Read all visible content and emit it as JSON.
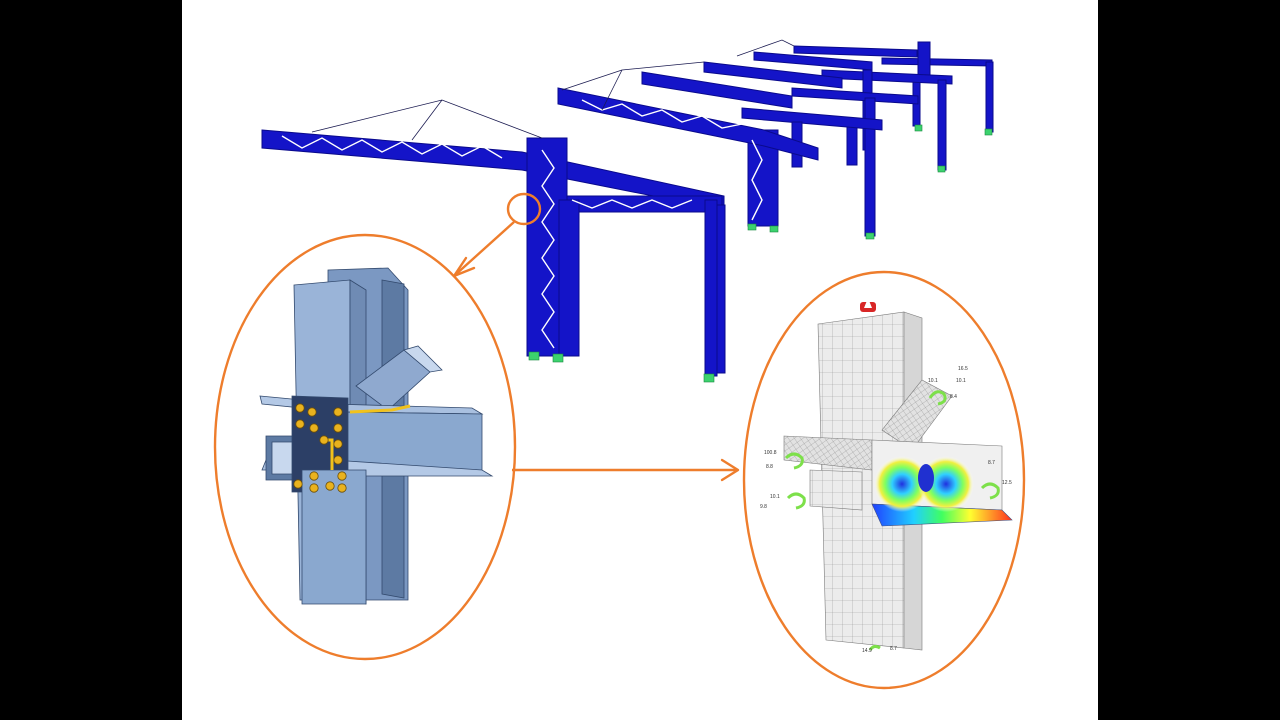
{
  "colors": {
    "frame_blue": "#1414c8",
    "frame_dark": "#0a0a8c",
    "highlight_orange": "#ee7d2c",
    "support_green": "#3cd26e",
    "steel_plate": "#8aa8cf",
    "steel_dark": "#5d7aa3",
    "bolt_yellow": "#e9b21e",
    "weld_yellow": "#f2c21b",
    "fea_mesh": "#e4e4e4",
    "load_red": "#d82626",
    "spring_green": "#7de04a",
    "background_outer": "#000000",
    "background_canvas": "#ffffff"
  },
  "icons": {
    "support_icon": "green-support-symbol",
    "load_icon": "red-load-arrow",
    "spring_icon": "green-spring-symbol",
    "arrow_icon": "orange-arrow"
  },
  "fea_labels": {
    "top_right_1": "16.5",
    "top_right_2": "10.1",
    "top_right_3": "10.1",
    "side_1": "8.4",
    "left_1": "100.8",
    "left_2": "8.8",
    "left_3": "10.1",
    "left_4": "9.8",
    "right_1": "8.7",
    "right_2": "12.5",
    "bottom_1": "14.9",
    "bottom_2": "8.7"
  }
}
